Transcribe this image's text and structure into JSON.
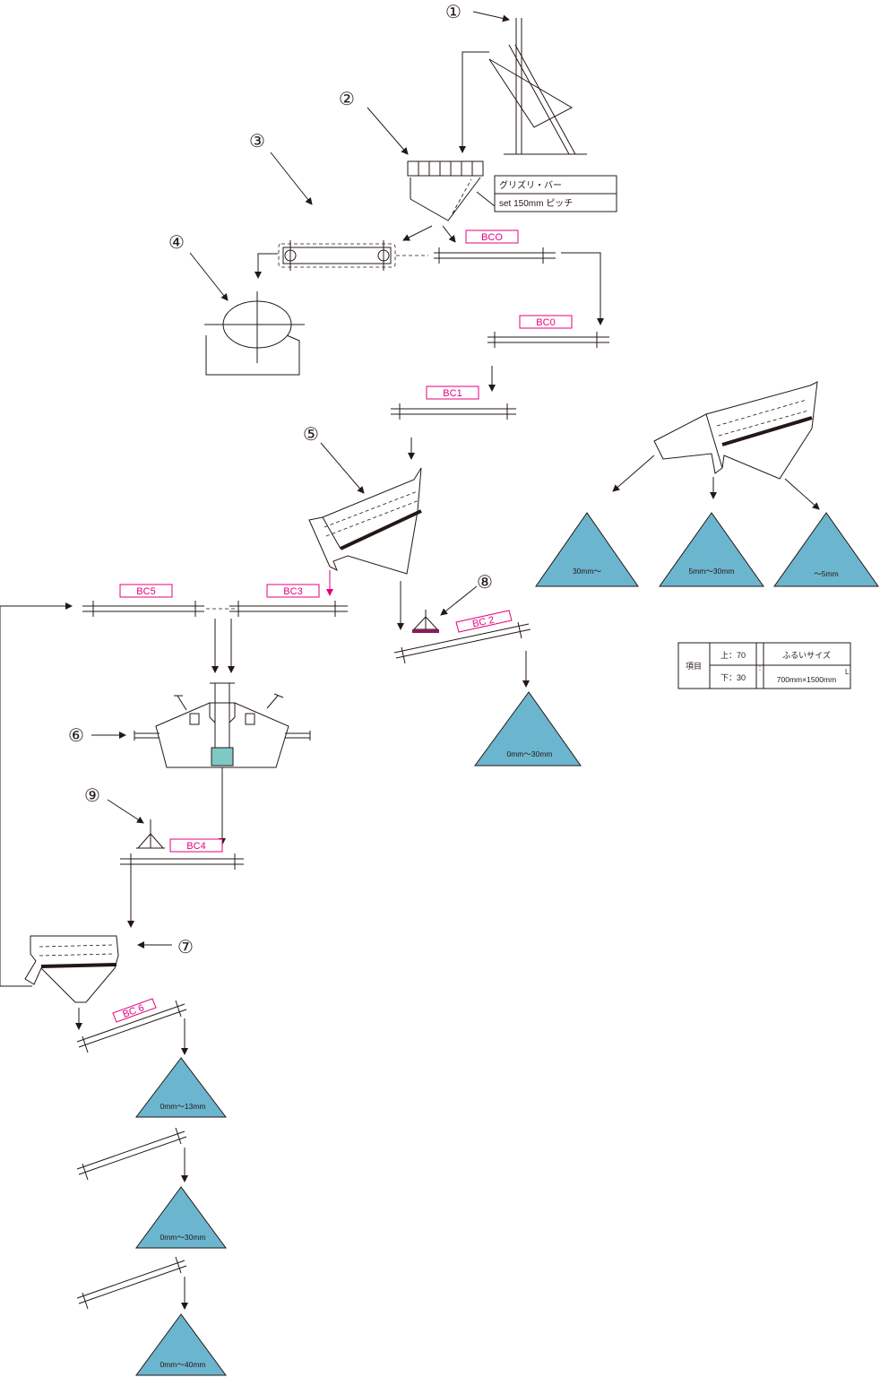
{
  "numbers": [
    "①",
    "②",
    "③",
    "④",
    "⑤",
    "⑥",
    "⑦",
    "⑧",
    "⑨"
  ],
  "conveyors": {
    "bc0a": "BCO",
    "bc0b": "BC0",
    "bc1": "BC1",
    "bc2": "BC 2",
    "bc3": "BC3",
    "bc4": "BC4",
    "bc5": "BC5",
    "bc6": "BC 6"
  },
  "grizzly": {
    "name": "グリズリ・バー",
    "spec": "set 150mm ピッチ"
  },
  "piles": {
    "right1": "30mm〜",
    "right2": "5mm〜30mm",
    "right3": "〜5mm",
    "mid": "0mm〜30mm",
    "low1": "0mm〜13mm",
    "low2": "0mm〜30mm",
    "low3": "0mm〜40mm"
  },
  "table": {
    "item": "項目",
    "upper": "上：70",
    "lower": "下：30",
    "screen_label": "ふるいサイズ",
    "screen_size": "700mm×1500mm",
    "sup": "L",
    "sep": ":"
  },
  "colors": {
    "pile": "#6cb5cf",
    "tag": "#e5007f",
    "crusher_box": "#7ec9c3"
  }
}
